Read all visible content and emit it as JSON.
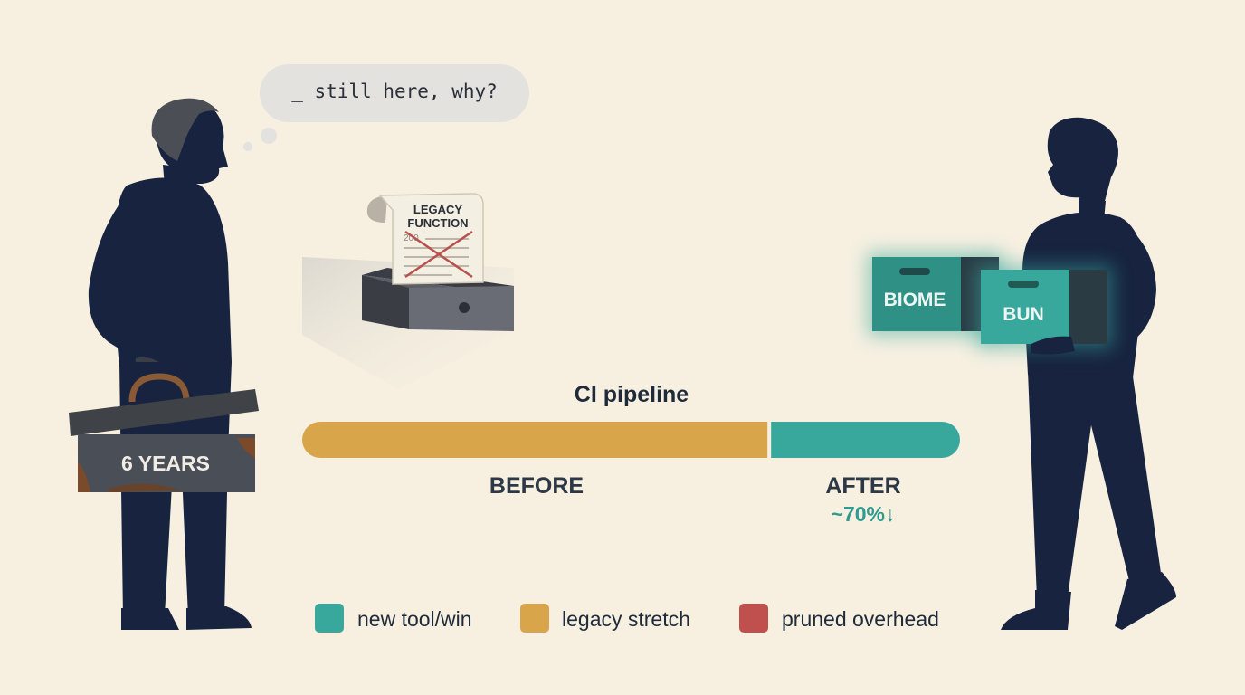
{
  "thought_bubble": {
    "text": "_ still here, why?"
  },
  "scroll": {
    "line1": "LEGACY",
    "line2": "FUNCTION",
    "code": "200"
  },
  "toolbox": {
    "label": "6 YEARS"
  },
  "boxes": {
    "left": "BIOME",
    "right": "BUN"
  },
  "pipeline": {
    "title": "CI pipeline",
    "before_label": "BEFORE",
    "after_label": "AFTER",
    "reduction": "~70%↓",
    "before_share": 0.71,
    "after_share": 0.29
  },
  "legend": [
    {
      "label": "new tool/win",
      "color": "#38a89d"
    },
    {
      "label": "legacy stretch",
      "color": "#d8a54b"
    },
    {
      "label": "pruned overhead",
      "color": "#c0504d"
    }
  ],
  "colors": {
    "background": "#f7f0e1",
    "figure": "#17233f",
    "teal": "#38a89d",
    "gold": "#d8a54b",
    "slate": "#4a4f58"
  }
}
